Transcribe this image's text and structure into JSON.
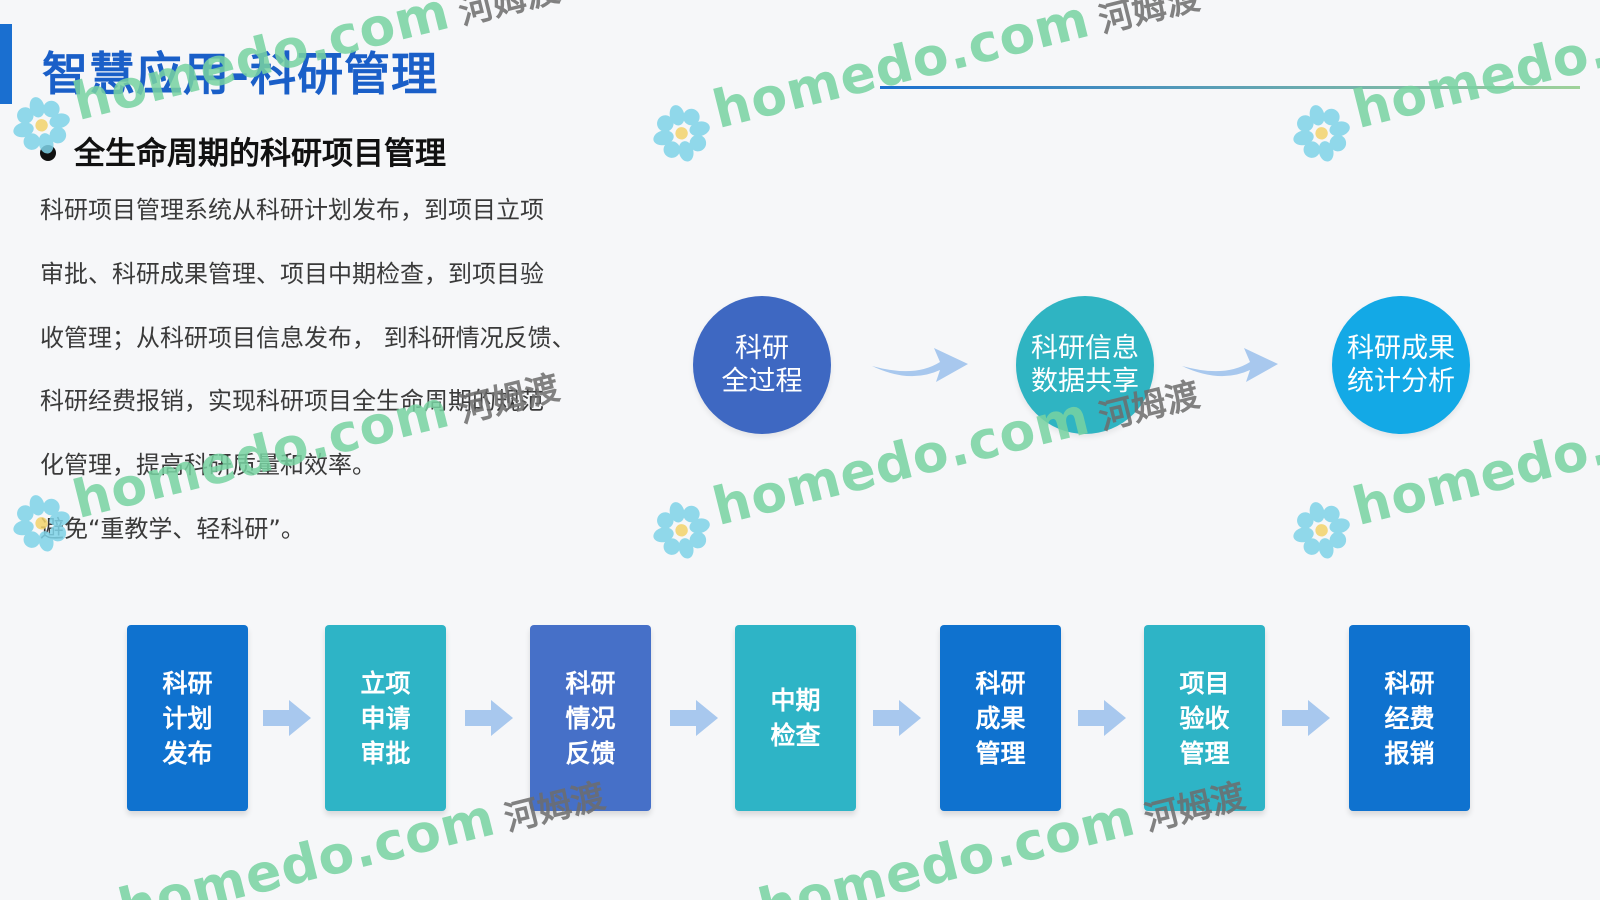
{
  "title": "智慧应用-科研管理",
  "subtitle": "全生命周期的科研项目管理",
  "paragraph_lines": [
    "科研项目管理系统从科研计划发布，到项目立项",
    "审批、科研成果管理、项目中期检查，到项目验",
    "收管理；从科研项目信息发布， 到科研情况反馈、",
    "科研经费报销，实现科研项目全生命周期的规范",
    "化管理，提高科研质量和效率。",
    "避免“重教学、轻科研”。"
  ],
  "circles": [
    {
      "line1": "科研",
      "line2": "全过程"
    },
    {
      "line1": "科研信息",
      "line2": "数据共享"
    },
    {
      "line1": "科研成果",
      "line2": "统计分析"
    }
  ],
  "steps": [
    {
      "lines": [
        "科研",
        "计划",
        "发布"
      ]
    },
    {
      "lines": [
        "立项",
        "申请",
        "审批"
      ]
    },
    {
      "lines": [
        "科研",
        "情况",
        "反馈"
      ]
    },
    {
      "lines": [
        "中期",
        "检查"
      ]
    },
    {
      "lines": [
        "科研",
        "成果",
        "管理"
      ]
    },
    {
      "lines": [
        "项目",
        "验收",
        "管理"
      ]
    },
    {
      "lines": [
        "科研",
        "经费",
        "报销"
      ]
    }
  ],
  "watermark": {
    "text": "homedo.com",
    "cn": "河姆渡"
  },
  "colors": {
    "title": "#1a5fc8",
    "accent_blue": "#0f72cf",
    "accent_teal": "#2eb4c6",
    "accent_indigo": "#4670c8",
    "arrow": "#a8c8ee"
  }
}
